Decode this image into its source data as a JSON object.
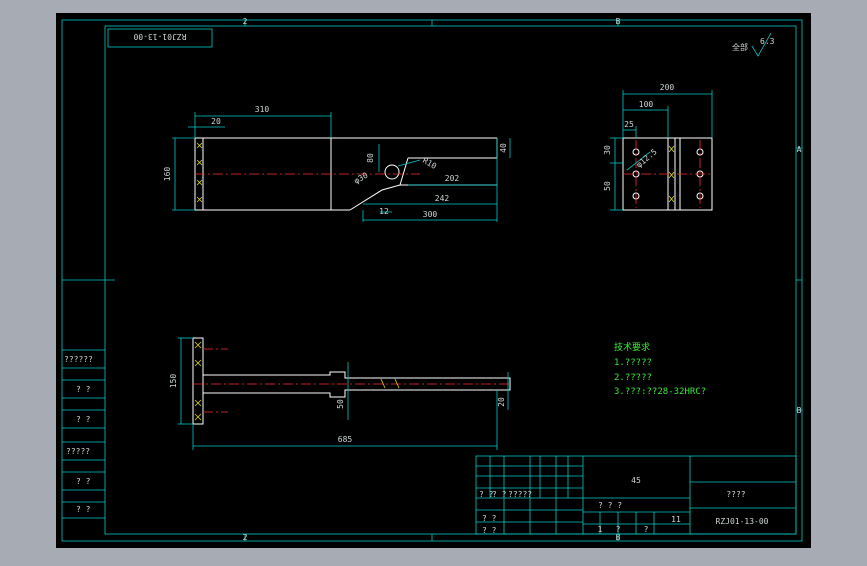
{
  "drawing": {
    "number_stamp": "RZJ01-13-00",
    "surface_finish": {
      "prefix": "全部",
      "value": "6.3"
    },
    "frame_zones": {
      "top": [
        "2",
        "B"
      ],
      "right": [
        "A",
        "B"
      ],
      "bottom": [
        "2",
        "B"
      ]
    },
    "front_view_dims": {
      "d310": "310",
      "d20": "20",
      "d160": "160",
      "d80": "80",
      "dR10": "R10",
      "dphi": "φ30",
      "d40": "40",
      "d202": "202",
      "d242": "242",
      "d300": "300",
      "d12": "12"
    },
    "side_view_dims": {
      "d200": "200",
      "d100": "100",
      "d25": "25",
      "d30": "30",
      "d50": "50",
      "dphi": "φ12.5"
    },
    "bottom_view_dims": {
      "d150": "150",
      "d50": "50",
      "d20": "20",
      "d685": "685"
    },
    "tech_req": {
      "title": "技术要求",
      "lines": [
        "1.?????",
        "2.?????",
        "3.???:??28-32HRC?"
      ]
    },
    "left_block": {
      "rows": [
        "??????",
        "? ?",
        "? ?",
        "?????",
        "? ?",
        "? ?"
      ]
    },
    "title_block": {
      "material": "45",
      "name": "????",
      "drawing_no": "RZJ01-13-00",
      "scale_cells": [
        "1",
        "?",
        "?",
        "11"
      ],
      "row_labels": [
        "? ?",
        "? ?",
        "?????",
        "? ?",
        "? ?"
      ],
      "small_label": "? ? ?"
    }
  }
}
